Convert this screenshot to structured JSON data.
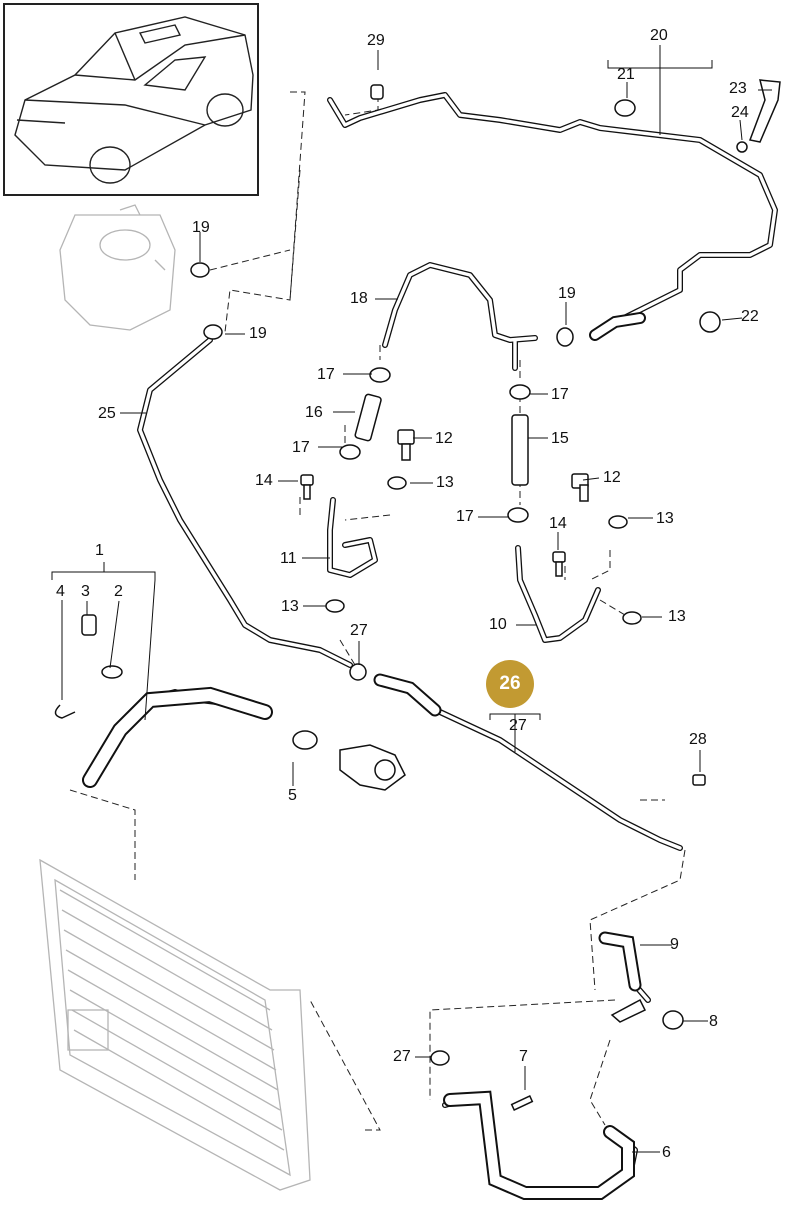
{
  "callouts": {
    "n1": "1",
    "n2": "2",
    "n3": "3",
    "n4": "4",
    "n5": "5",
    "n6": "6",
    "n7": "7",
    "n8": "8",
    "n9": "9",
    "n10": "10",
    "n11": "11",
    "n12a": "12",
    "n12b": "12",
    "n13a": "13",
    "n13b": "13",
    "n13c": "13",
    "n13d": "13",
    "n14a": "14",
    "n14b": "14",
    "n15": "15",
    "n16": "16",
    "n17a": "17",
    "n17b": "17",
    "n17c": "17",
    "n17d": "17",
    "n18": "18",
    "n19a": "19",
    "n19b": "19",
    "n19c": "19",
    "n20": "20",
    "n21": "21",
    "n22": "22",
    "n23": "23",
    "n24": "24",
    "n25": "25",
    "n26": "26",
    "n27a": "27",
    "n27b": "27",
    "n27c": "27",
    "n28": "28",
    "n29": "29"
  },
  "colors": {
    "highlight": "#c29a32",
    "line": "#111111",
    "faded": "#b5b5b5"
  }
}
